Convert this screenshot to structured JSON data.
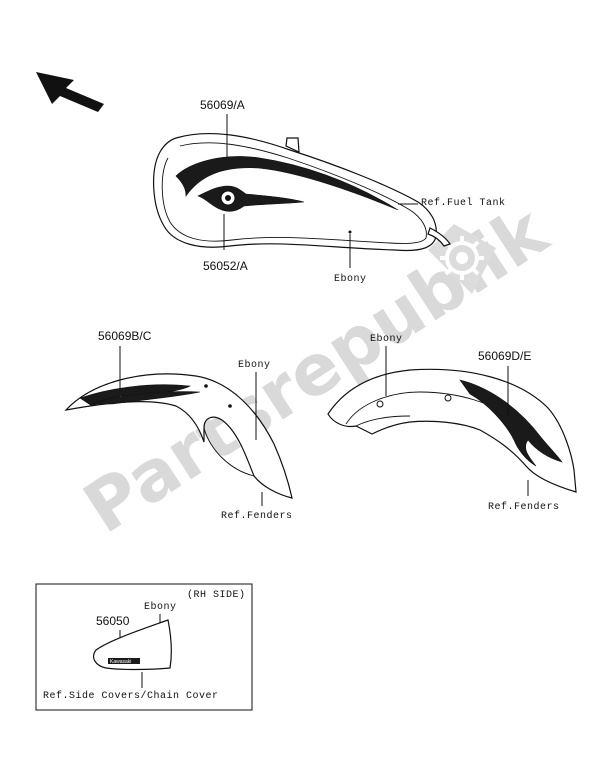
{
  "watermark": {
    "text": "Partsrepublik"
  },
  "labels": {
    "tank_part": "56069/A",
    "tank_emblem_part": "56052/A",
    "ref_fuel_tank": "Ref.Fuel Tank",
    "tank_color": "Ebony",
    "front_fender_part": "56069B/C",
    "front_fender_color": "Ebony",
    "ref_fenders_front": "Ref.Fenders",
    "rear_fender_color": "Ebony",
    "rear_fender_part": "56069D/E",
    "ref_fenders_rear": "Ref.Fenders"
  },
  "inset": {
    "side": "(RH SIDE)",
    "color": "Ebony",
    "part": "56050",
    "badge": "Kawasaki",
    "ref": "Ref.Side Covers/Chain Cover"
  }
}
